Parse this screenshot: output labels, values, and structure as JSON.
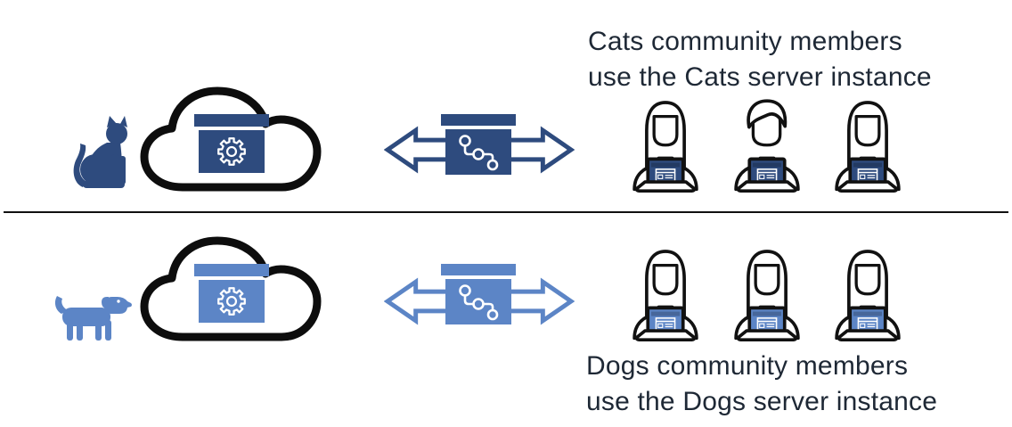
{
  "title": "Cats and Dogs server instances diagram",
  "colors": {
    "cats_accent": "#2E4B7E",
    "dogs_accent": "#5C85C6",
    "outline": "#111111",
    "text": "#1E2835",
    "divider": "#111111",
    "background": "#FFFFFF"
  },
  "rows": [
    {
      "name": "cats",
      "animal": "cat",
      "member_count": 3,
      "caption": {
        "line1": "Cats community members",
        "line2": "use the Cats server instance"
      },
      "icons": [
        "cat-icon",
        "cloud-server-icon",
        "sync-arrows-icon",
        "repository-box-icon",
        "member-with-laptop-icon"
      ]
    },
    {
      "name": "dogs",
      "animal": "dog",
      "member_count": 3,
      "caption": {
        "line1": "Dogs community members",
        "line2": "use the Dogs server instance"
      },
      "icons": [
        "dog-icon",
        "cloud-server-icon",
        "sync-arrows-icon",
        "repository-box-icon",
        "member-with-laptop-icon"
      ]
    }
  ]
}
